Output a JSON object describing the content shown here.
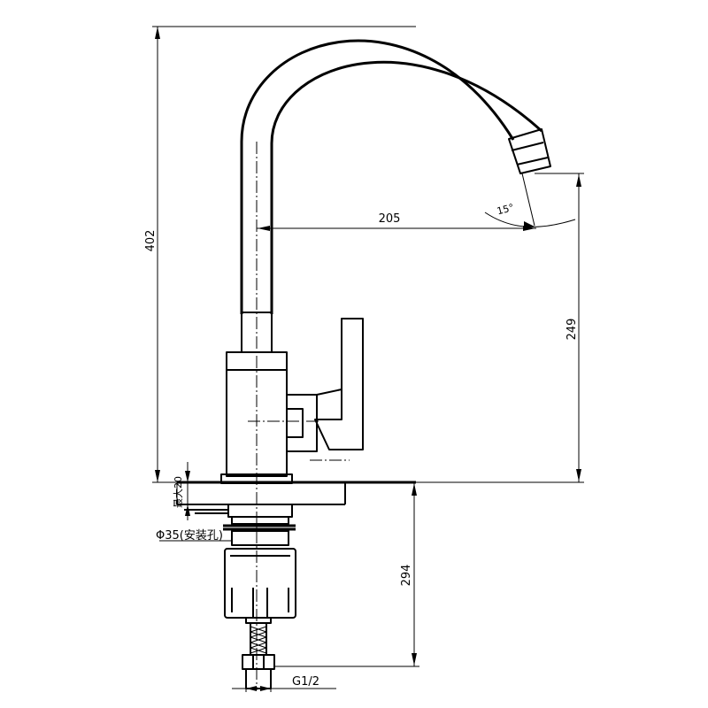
{
  "dimensions": {
    "total_height": "402",
    "spout_reach": "205",
    "spout_height": "249",
    "below_counter": "294",
    "max_thickness": "最大20",
    "hole_diameter": "Φ35(安装孔)",
    "thread": "G1/2",
    "angle": "15°"
  }
}
